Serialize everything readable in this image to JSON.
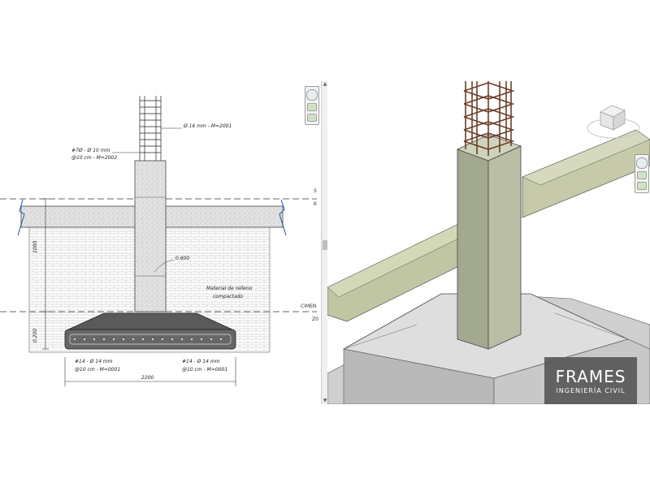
{
  "left_drawing": {
    "notes": {
      "vertical_bars": "Ø 16 mm - M=2001",
      "stirrups_line1": "#7Ø - Ø 10 mm",
      "stirrups_line2": "@10 cm - M=2002",
      "level_mark": "0.600",
      "fill_line1": "Material de relleno",
      "fill_line2": "compactado",
      "bottom_left_line1": "#14 - Ø 14 mm",
      "bottom_left_line2": "@10 cm - M=0001",
      "bottom_right_line1": "#14 - Ø 14 mm",
      "bottom_right_line2": "@10 cm - M=0001"
    },
    "dimensions": {
      "fill_height": "1000",
      "footing_height": "0.200",
      "footing_width": "2200"
    },
    "side_labels": {
      "upper_1": "S",
      "upper_2": "K",
      "lower_1": "CIMEN",
      "lower_2": "Z0"
    },
    "colors": {
      "line": "#222222",
      "concrete": "#dcdcdc",
      "footing": "#555555",
      "hatch": "#b0b0b0"
    }
  },
  "right_view": {
    "colors": {
      "column_front": "#9aa188",
      "column_side": "#b7bda6",
      "beam": "#c5caa9",
      "floor": "#d0d0d0",
      "footing_top": "#e1e1e1",
      "rebar": "#6b3f2a"
    }
  },
  "logo": {
    "word": "FRAMES",
    "sub": "INGENIERÍA CIVIL"
  }
}
